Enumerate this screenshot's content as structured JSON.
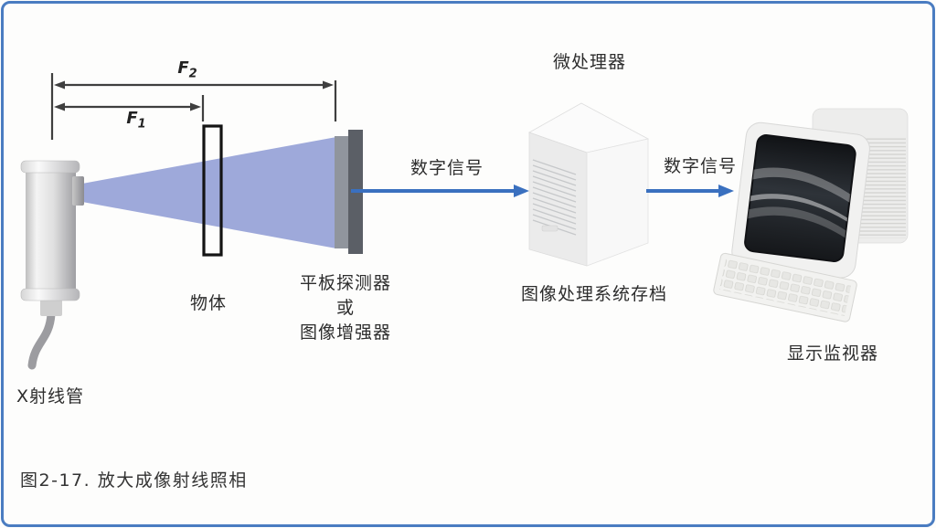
{
  "figure": {
    "caption": "图2-17. 放大成像射线照相",
    "border_color": "#4a7cc1",
    "background_color": "#fdfdfc"
  },
  "dimensions": {
    "f2": {
      "letter": "F",
      "sub": "2"
    },
    "f1": {
      "letter": "F",
      "sub": "1"
    }
  },
  "components": {
    "xray_tube": {
      "label": "X射线管"
    },
    "object": {
      "label": "物体"
    },
    "detector": {
      "label_line1": "平板探测器",
      "label_line2": "或",
      "label_line3": "图像增强器"
    },
    "microprocessor": {
      "label_top": "微处理器",
      "label_bottom": "图像处理系统存档"
    },
    "monitor": {
      "label": "显示监视器"
    }
  },
  "signals": {
    "arrow1_label": "数字信号",
    "arrow2_label": "数字信号"
  },
  "colors": {
    "beam": "#9ea9da",
    "signal_arrow": "#3a70bf",
    "dimension_lines": "#3f3f3f",
    "detector_dark": "#5b5f66",
    "detector_light": "#90959d"
  }
}
